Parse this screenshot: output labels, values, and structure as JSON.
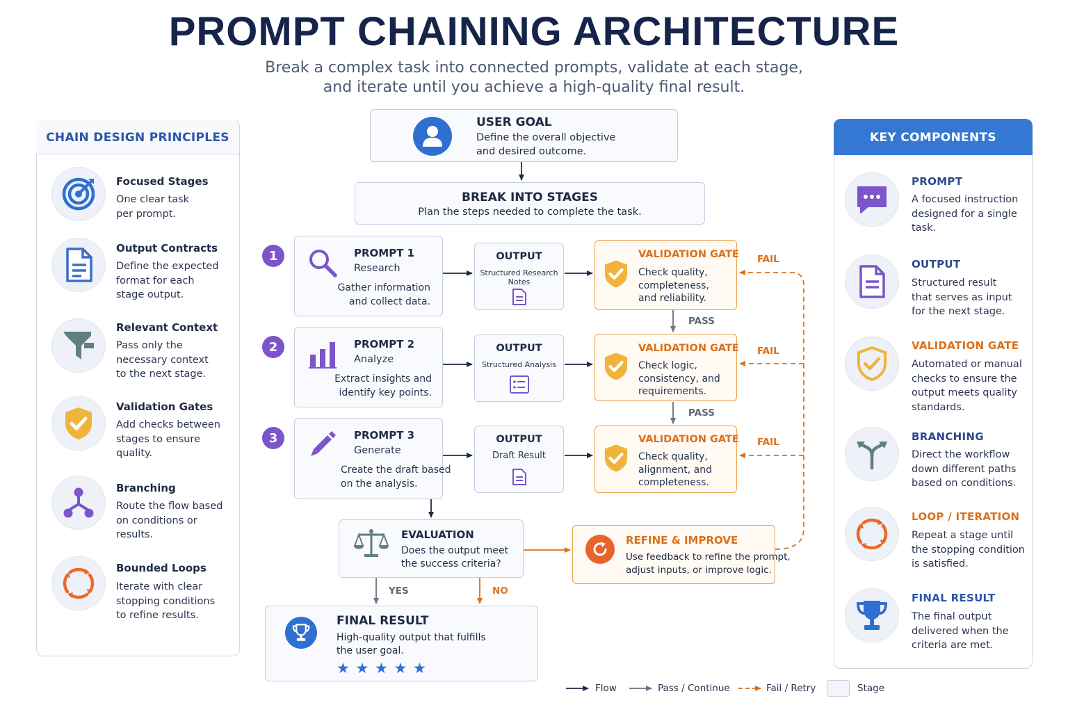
{
  "header": {
    "title": "PROMPT CHAINING ARCHITECTURE",
    "subtitle_line1": "Break a complex task into connected prompts, validate at each stage,",
    "subtitle_line2": "and iterate until you achieve a high-quality final result."
  },
  "principles": {
    "heading": "CHAIN DESIGN PRINCIPLES",
    "items": [
      {
        "title": "Focused Stages",
        "lines": [
          "One clear task",
          "per prompt."
        ],
        "icon": "target-icon"
      },
      {
        "title": "Output Contracts",
        "lines": [
          "Define the expected",
          "format for each",
          "stage output."
        ],
        "icon": "document-icon"
      },
      {
        "title": "Relevant Context",
        "lines": [
          "Pass only the",
          "necessary context",
          "to the next stage."
        ],
        "icon": "funnel-icon"
      },
      {
        "title": "Validation Gates",
        "lines": [
          "Add checks between",
          "stages to ensure",
          "quality."
        ],
        "icon": "shield-check-icon"
      },
      {
        "title": "Branching",
        "lines": [
          "Route the flow based",
          "on conditions or",
          "results."
        ],
        "icon": "branch-icon"
      },
      {
        "title": "Bounded Loops",
        "lines": [
          "Iterate with clear",
          "stopping conditions",
          "to refine results."
        ],
        "icon": "loop-icon"
      }
    ]
  },
  "components": {
    "heading": "KEY COMPONENTS",
    "items": [
      {
        "title": "PROMPT",
        "lines": [
          "A focused instruction",
          "designed for a single",
          "task."
        ],
        "color": "#2c4a8a",
        "icon": "chat-bubble-icon"
      },
      {
        "title": "OUTPUT",
        "lines": [
          "Structured result",
          "that serves as input",
          "for the next stage."
        ],
        "color": "#2c4a8a",
        "icon": "document-icon"
      },
      {
        "title": "VALIDATION GATE",
        "lines": [
          "Automated or manual",
          "checks to ensure the",
          "output meets quality",
          "standards."
        ],
        "color": "#d9711c",
        "icon": "shield-check-icon"
      },
      {
        "title": "BRANCHING",
        "lines": [
          "Direct the workflow",
          "down different paths",
          "based on conditions."
        ],
        "color": "#2c4a8a",
        "icon": "split-arrow-icon"
      },
      {
        "title": "LOOP / ITERATION",
        "lines": [
          "Repeat a stage until",
          "the stopping condition",
          "is satisfied."
        ],
        "color": "#d9711c",
        "icon": "loop-icon"
      },
      {
        "title": "FINAL RESULT",
        "lines": [
          "The final output",
          "delivered when the",
          "criteria are met."
        ],
        "color": "#2c56a8",
        "icon": "trophy-icon"
      }
    ]
  },
  "flow": {
    "user_goal": {
      "title": "USER GOAL",
      "line1": "Define the overall objective",
      "line2": "and desired outcome."
    },
    "break_stages": {
      "title": "BREAK INTO STAGES",
      "desc": "Plan the steps needed to complete the task."
    },
    "prompts": [
      {
        "number": "1",
        "title": "PROMPT 1",
        "sub": "Research",
        "line1": "Gather information",
        "line2": "and collect data.",
        "icon": "magnifier-icon"
      },
      {
        "number": "2",
        "title": "PROMPT 2",
        "sub": "Analyze",
        "line1": "Extract insights and",
        "line2": "identify key points.",
        "icon": "bar-chart-icon"
      },
      {
        "number": "3",
        "title": "PROMPT 3",
        "sub": "Generate",
        "line1": "Create the draft based",
        "line2": "on the analysis.",
        "icon": "pencil-icon"
      }
    ],
    "outputs": [
      {
        "title": "OUTPUT",
        "line1": "Structured Research",
        "line2": "Notes"
      },
      {
        "title": "OUTPUT",
        "line1": "Structured Analysis",
        "line2": ""
      },
      {
        "title": "OUTPUT",
        "line1": "Draft Result",
        "line2": ""
      }
    ],
    "gates": [
      {
        "title": "VALIDATION GATE",
        "lines": [
          "Check quality,",
          "completeness,",
          "and reliability."
        ]
      },
      {
        "title": "VALIDATION GATE",
        "lines": [
          "Check logic,",
          "consistency, and",
          "requirements."
        ]
      },
      {
        "title": "VALIDATION GATE",
        "lines": [
          "Check quality,",
          "alignment, and",
          "completeness."
        ]
      }
    ],
    "fail_label": "FAIL",
    "pass_label": "PASS",
    "evaluation": {
      "title": "EVALUATION",
      "line1": "Does the output meet",
      "line2": "the success criteria?"
    },
    "refine": {
      "title": "REFINE & IMPROVE",
      "line1": "Use feedback to refine the prompt,",
      "line2": "adjust inputs, or improve logic."
    },
    "yes_label": "YES",
    "no_label": "NO",
    "final": {
      "title": "FINAL RESULT",
      "line1": "High-quality output that fulfills",
      "line2": "the user goal.",
      "stars": "★ ★ ★ ★ ★"
    }
  },
  "legend": {
    "flow": "Flow",
    "pass": "Pass / Continue",
    "fail": "Fail / Retry",
    "stage": "Stage"
  },
  "colors": {
    "navy": "#16244a",
    "blue": "#3578d4",
    "orange": "#d9711c",
    "purple": "#7b55c9",
    "gold": "#f0b43c",
    "teal_gray": "#5f7f84"
  }
}
